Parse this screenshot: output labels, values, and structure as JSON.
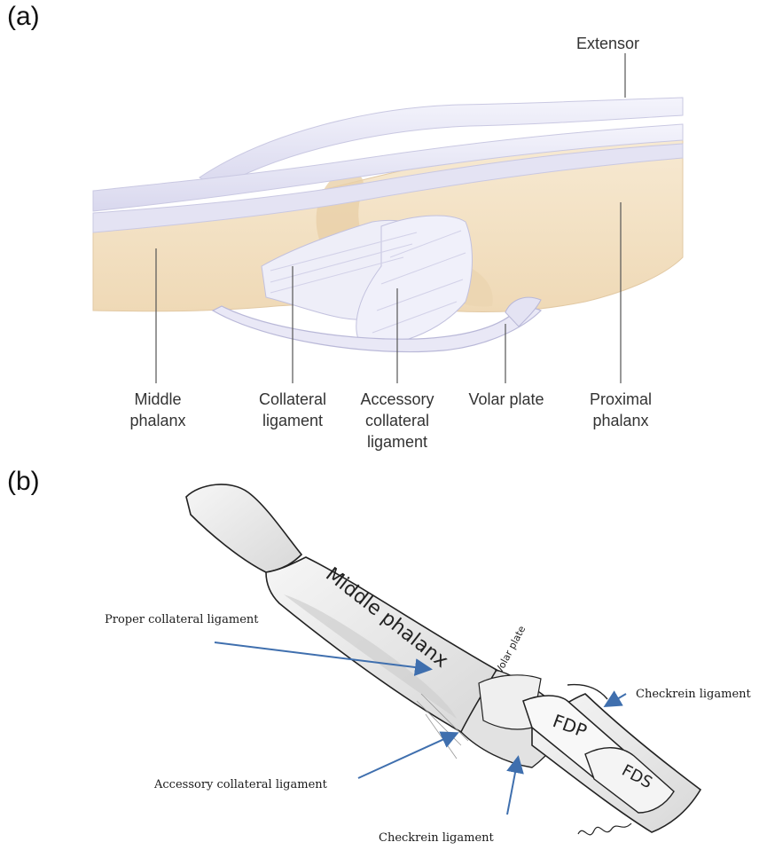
{
  "panel_a": {
    "letter": "(a)",
    "labels": {
      "extensor": "Extensor",
      "middle_phalanx": [
        "Middle",
        "phalanx"
      ],
      "collateral_ligament": [
        "Collateral",
        "ligament"
      ],
      "accessory_collateral_ligament": [
        "Accessory",
        "collateral",
        "ligament"
      ],
      "volar_plate": "Volar plate",
      "proximal_phalanx": [
        "Proximal",
        "phalanx"
      ]
    }
  },
  "panel_b": {
    "letter": "(b)",
    "labels": {
      "middle_phalanx": "Middle phalanx",
      "volar_plate": "Volar plate",
      "fdp": "FDP",
      "fds": "FDS",
      "proper_collateral_ligament": "Proper collateral ligament",
      "checkrein_ligament_top": "Checkrein ligament",
      "accessory_collateral_ligament": "Accessory collateral ligament",
      "checkrein_ligament_bottom": "Checkrein ligament"
    }
  },
  "colors": {
    "bone": "#f3e3c8",
    "bone_shadow": "#e6cda8",
    "tendon": "#e9e8f6",
    "tendon_edge": "#b9b8d8",
    "arrow": "#3f6fae",
    "leader": "#555555"
  }
}
